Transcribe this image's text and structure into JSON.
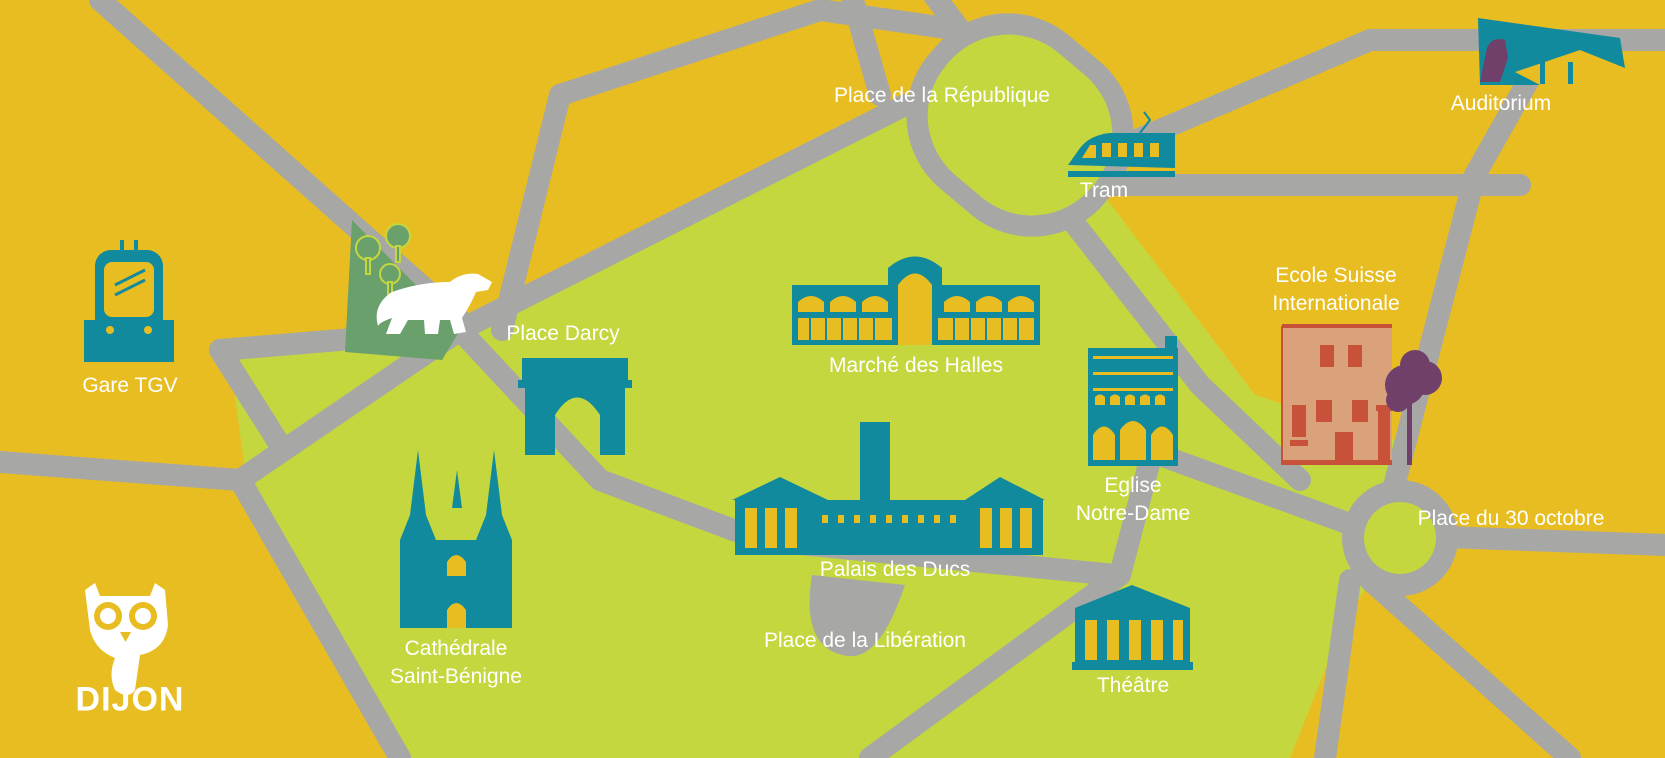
{
  "city": {
    "name": "DIJON"
  },
  "colors": {
    "background": "#e8bd22",
    "center_zone": "#c5d73e",
    "roads": "#a7a7a5",
    "park": "#6aa06b",
    "monument": "#128a9d",
    "accent_yellow": "#e8bd22",
    "school_facade": "#d9a27a",
    "school_details": "#c8513a",
    "tree_purple": "#71406a",
    "label": "#ffffff"
  },
  "landmarks": [
    {
      "id": "gare-tgv",
      "icon": "tram-train-icon",
      "lines": [
        "Gare TGV"
      ]
    },
    {
      "id": "place-darcy",
      "icon": "arch-icon",
      "lines": [
        "Place Darcy"
      ]
    },
    {
      "id": "place-republique",
      "icon": "roundabout",
      "lines": [
        "Place de la République"
      ]
    },
    {
      "id": "tram",
      "icon": "tram-icon",
      "lines": [
        "Tram"
      ]
    },
    {
      "id": "auditorium",
      "icon": "auditorium-icon",
      "lines": [
        "Auditorium"
      ]
    },
    {
      "id": "marche-halles",
      "icon": "market-hall-icon",
      "lines": [
        "Marché des Halles"
      ]
    },
    {
      "id": "ecole-suisse",
      "icon": "school-building-icon",
      "lines": [
        "Ecole Suisse",
        "Internationale"
      ]
    },
    {
      "id": "eglise-notre-dame",
      "icon": "church-icon",
      "lines": [
        "Eglise",
        "Notre-Dame"
      ]
    },
    {
      "id": "place-30-octobre",
      "icon": "roundabout",
      "lines": [
        "Place du 30 octobre"
      ]
    },
    {
      "id": "palais-ducs",
      "icon": "palace-icon",
      "lines": [
        "Palais des Ducs"
      ]
    },
    {
      "id": "cathedrale",
      "icon": "cathedral-icon",
      "lines": [
        "Cathédrale",
        "Saint-Bénigne"
      ]
    },
    {
      "id": "place-liberation",
      "icon": "square",
      "lines": [
        "Place de la Libération"
      ]
    },
    {
      "id": "theatre",
      "icon": "theatre-icon",
      "lines": [
        "Théâtre"
      ]
    }
  ]
}
